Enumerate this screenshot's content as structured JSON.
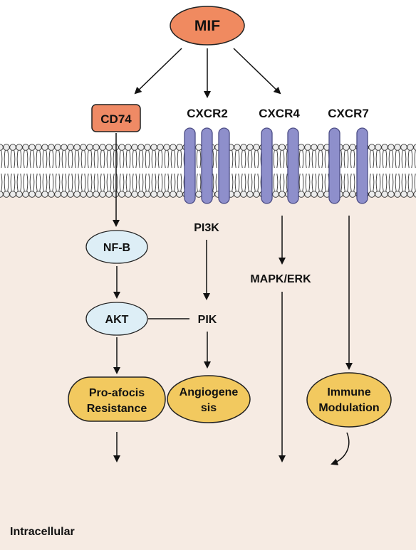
{
  "ligand": {
    "label": "MIF",
    "color": "#f08a60"
  },
  "receptors": {
    "cd74": {
      "label": "CD74",
      "color": "#ef8a65"
    },
    "cxcr2": {
      "label": "CXCR2"
    },
    "cxcr4": {
      "label": "CXCR4"
    },
    "cxcr7": {
      "label": "CXCR7"
    },
    "channel_color": "#8e8fcb"
  },
  "nodes": {
    "nfb": "NF-B",
    "akt": "AKT",
    "pi3k": "PI3K",
    "pik": "PIK",
    "mapk": "MAPK/ERK"
  },
  "outcomes": {
    "proafocis_line1": "Pro-afocis",
    "proafocis_line2": "Resistance",
    "angiogenesis_line1": "Angiogene",
    "angiogenesis_line2": "sis",
    "immune_line1": "Immune",
    "immune_line2": "Modulation"
  },
  "compartment": {
    "label": "Intracellular"
  },
  "colors": {
    "cytoplasm": "#f6ebe3",
    "node_fill": "#ddeef6",
    "outcome_fill": "#f2c95f",
    "membrane_head": "#ededed"
  }
}
